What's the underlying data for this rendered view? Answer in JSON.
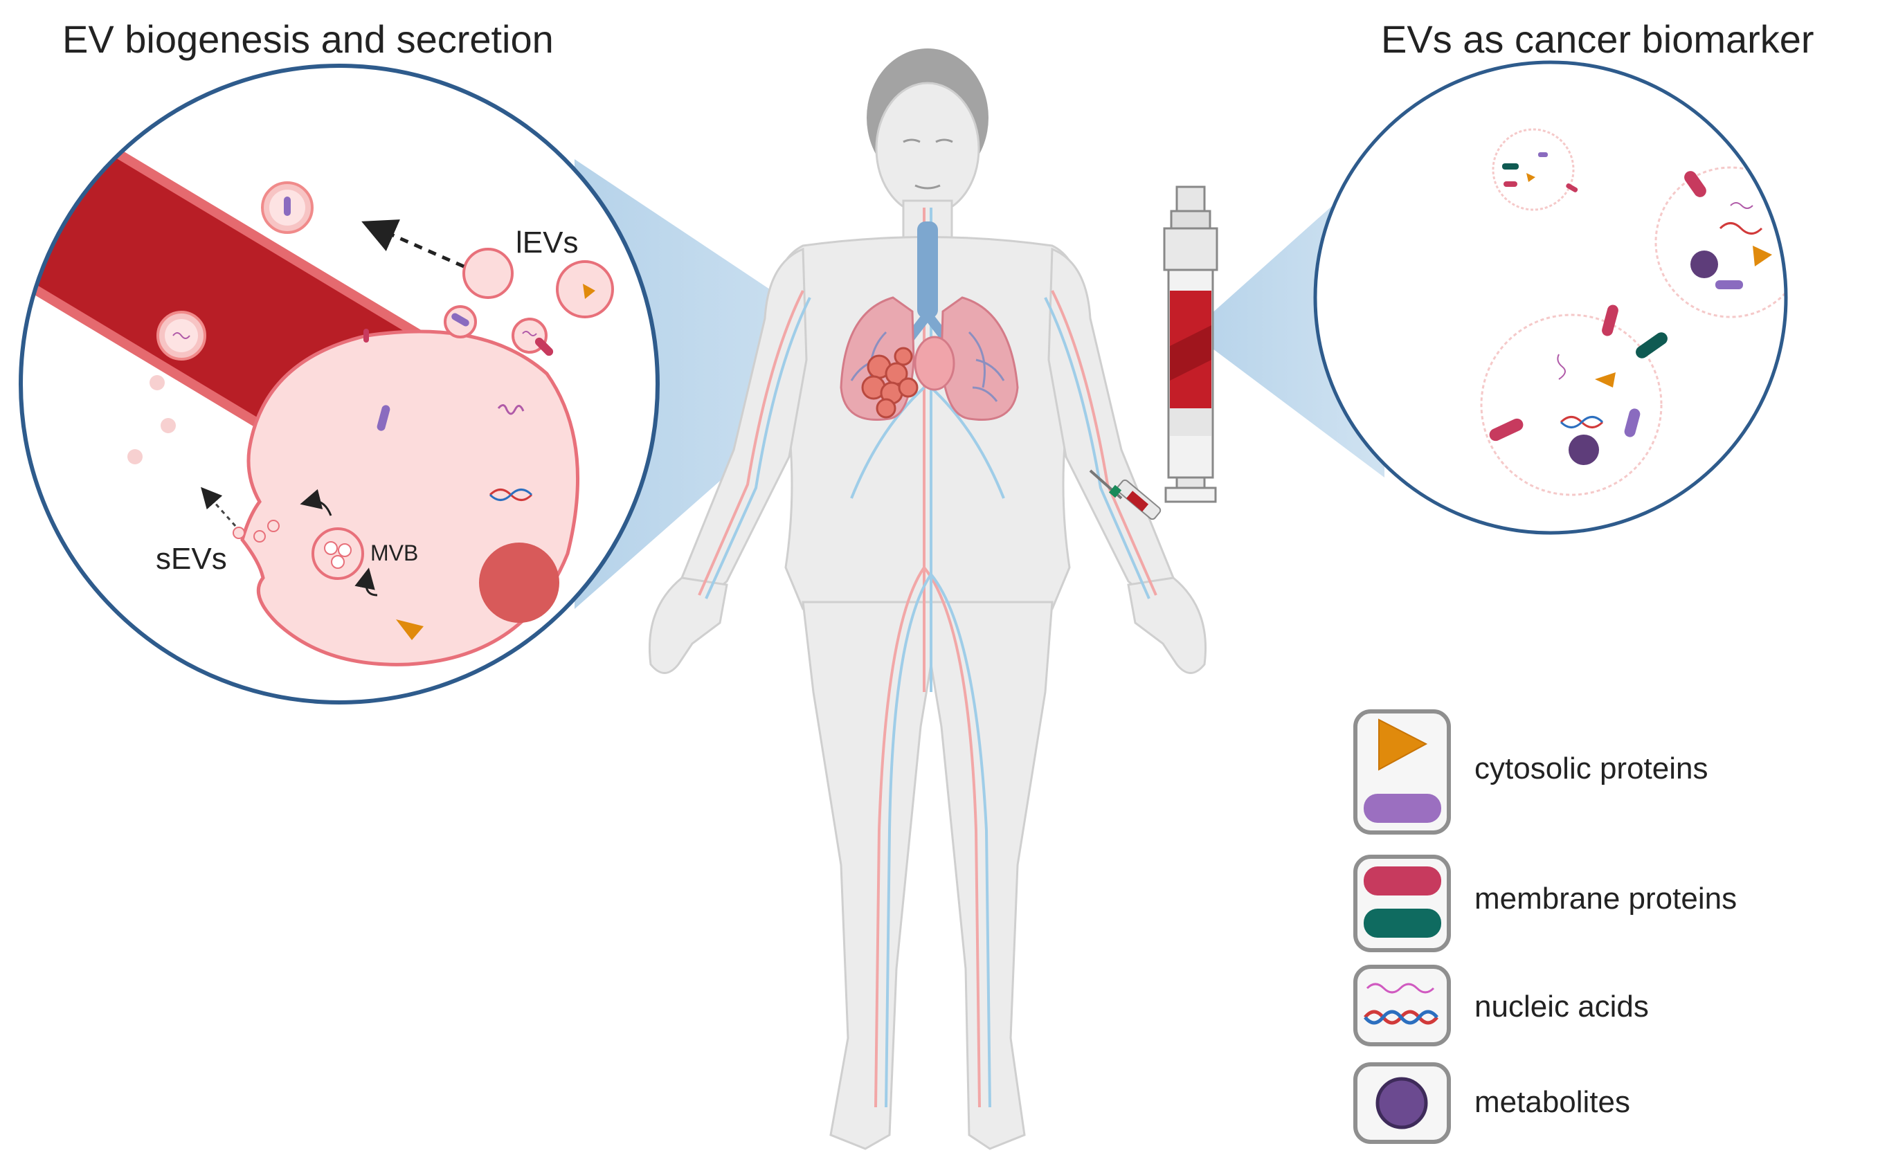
{
  "titles": {
    "left": "EV biogenesis and secretion",
    "right": "EVs as cancer biomarker"
  },
  "labels": {
    "levs": "lEVs",
    "sevs": "sEVs",
    "mvb": "MVB"
  },
  "legend": [
    {
      "label": "cytosolic proteins",
      "icon": "cytosolic-proteins-icon"
    },
    {
      "label": "membrane proteins",
      "icon": "membrane-proteins-icon"
    },
    {
      "label": "nucleic acids",
      "icon": "nucleic-acids-icon"
    },
    {
      "label": "metabolites",
      "icon": "metabolites-icon"
    }
  ],
  "colors": {
    "circle_border": "#2e5b8c",
    "vessel": "#b81e26",
    "cell": "#fcdcdc",
    "cell_border": "#e8707a",
    "cytosolic_orange": "#e08a0c",
    "cytosolic_purple": "#9b6fc0",
    "membrane_red": "#c73a5e",
    "membrane_green": "#0f5a52",
    "metabolite": "#5e3d7a",
    "projection": "#a9cbe6"
  }
}
